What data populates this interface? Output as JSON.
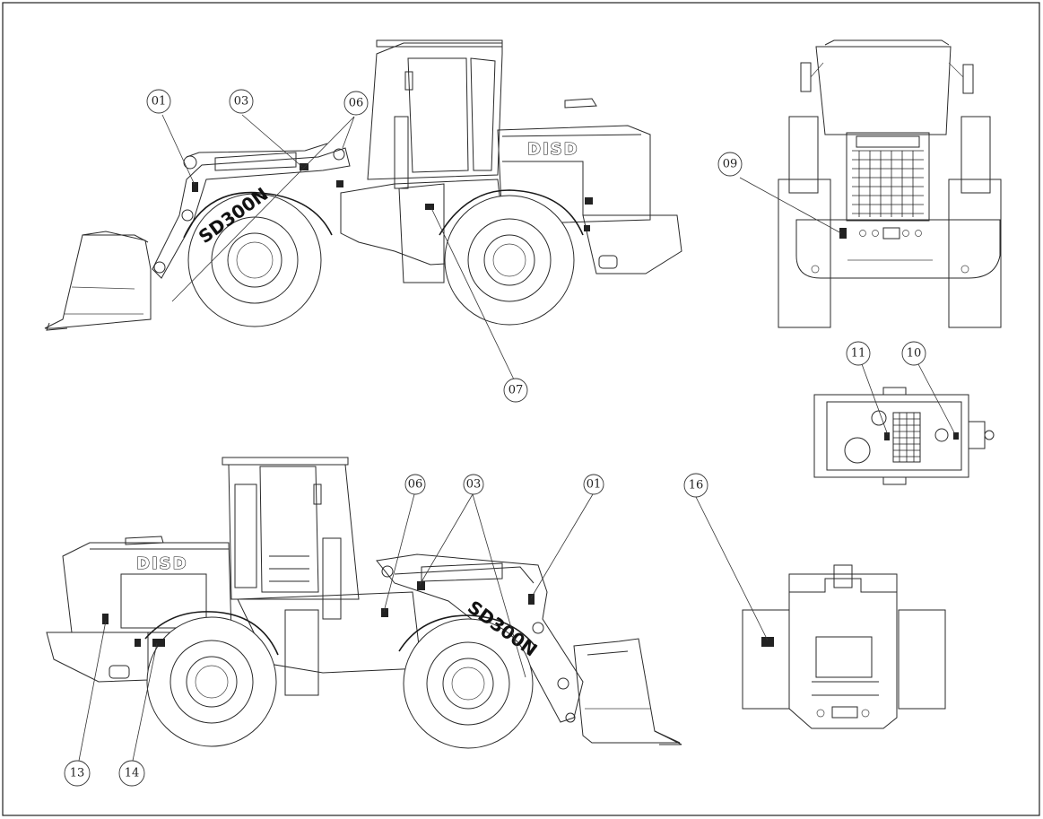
{
  "brand": "DISD",
  "model": "SD300N",
  "balloons": {
    "b01_top": "01",
    "b03_top": "03",
    "b06_top": "06",
    "b07": "07",
    "b09": "09",
    "b10": "10",
    "b11": "11",
    "b06_bot": "06",
    "b03_bot": "03",
    "b01_bot": "01",
    "b13": "13",
    "b14": "14",
    "b16": "16"
  }
}
